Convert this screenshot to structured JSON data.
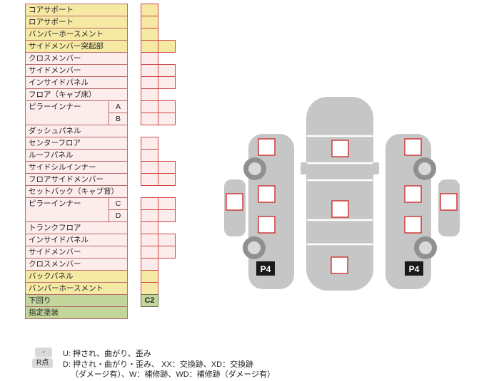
{
  "colors": {
    "yellow": "#f6e9a4",
    "pink": "#fdecec",
    "green": "#c3d69b",
    "border": "#b96a6a",
    "cell_border": "#cc4444",
    "car_gray": "#c6c6c6",
    "marker_red": "#cc2222"
  },
  "table": {
    "rows": [
      {
        "label": "コアサポート",
        "type": "yellow",
        "cells": 1
      },
      {
        "label": "ロアサポート",
        "type": "yellow",
        "cells": 1
      },
      {
        "label": "バンパーホースメント",
        "type": "yellow",
        "cells": 1
      },
      {
        "label": "サイドメンバー突起部",
        "type": "yellow",
        "cells": 2
      },
      {
        "label": "クロスメンバー",
        "type": "pink",
        "cells": 1
      },
      {
        "label": "サイドメンバー",
        "type": "pink",
        "cells": 2
      },
      {
        "label": "インサイドパネル",
        "type": "pink",
        "cells": 2
      },
      {
        "label": "フロア（キャブ床）",
        "type": "pink",
        "cells": 1
      },
      {
        "label": "ピラーインナー",
        "sub": "A",
        "span": 2,
        "type": "pink",
        "cells": 2
      },
      {
        "label": "",
        "sub": "B",
        "type": "pink",
        "cells": 2
      },
      {
        "label": "ダッシュパネル",
        "type": "pink",
        "cells": 0
      },
      {
        "label": "センターフロア",
        "type": "pink",
        "cells": 1
      },
      {
        "label": "ルーフパネル",
        "type": "pink",
        "cells": 1
      },
      {
        "label": "サイドシルインナー",
        "type": "pink",
        "cells": 2
      },
      {
        "label": "フロアサイドメンバー",
        "type": "pink",
        "cells": 2
      },
      {
        "label": "セットバック（キャブ背）",
        "type": "pink",
        "cells": 0
      },
      {
        "label": "ピラーインナー",
        "sub": "C",
        "span": 2,
        "type": "pink",
        "cells": 2
      },
      {
        "label": "",
        "sub": "D",
        "type": "pink",
        "cells": 2
      },
      {
        "label": "トランクフロア",
        "type": "pink",
        "cells": 1
      },
      {
        "label": "インサイドパネル",
        "type": "pink",
        "cells": 2
      },
      {
        "label": "サイドメンバー",
        "type": "pink",
        "cells": 2
      },
      {
        "label": "クロスメンバー",
        "type": "pink",
        "cells": 1
      },
      {
        "label": "バックパネル",
        "type": "yellow",
        "cells": 1
      },
      {
        "label": "バンパーホースメント",
        "type": "yellow",
        "cells": 1
      },
      {
        "label": "下回り",
        "type": "green",
        "cells": 1,
        "value": "C2"
      },
      {
        "label": "指定塗装",
        "type": "green",
        "cells": 0
      }
    ]
  },
  "diagram": {
    "left_marker_label": "P4",
    "right_marker_label": "P4"
  },
  "legend": {
    "entries": [
      {
        "key": "-",
        "text": "U: 押され、曲がり、歪み"
      },
      {
        "key": "R点",
        "text": "D: 押され・曲がり・歪み、 XX：交換跡、XD：交換跡",
        "text2": "（ダメージ有）、W：補修跡、WD：補修跡（ダメージ有）"
      }
    ]
  }
}
